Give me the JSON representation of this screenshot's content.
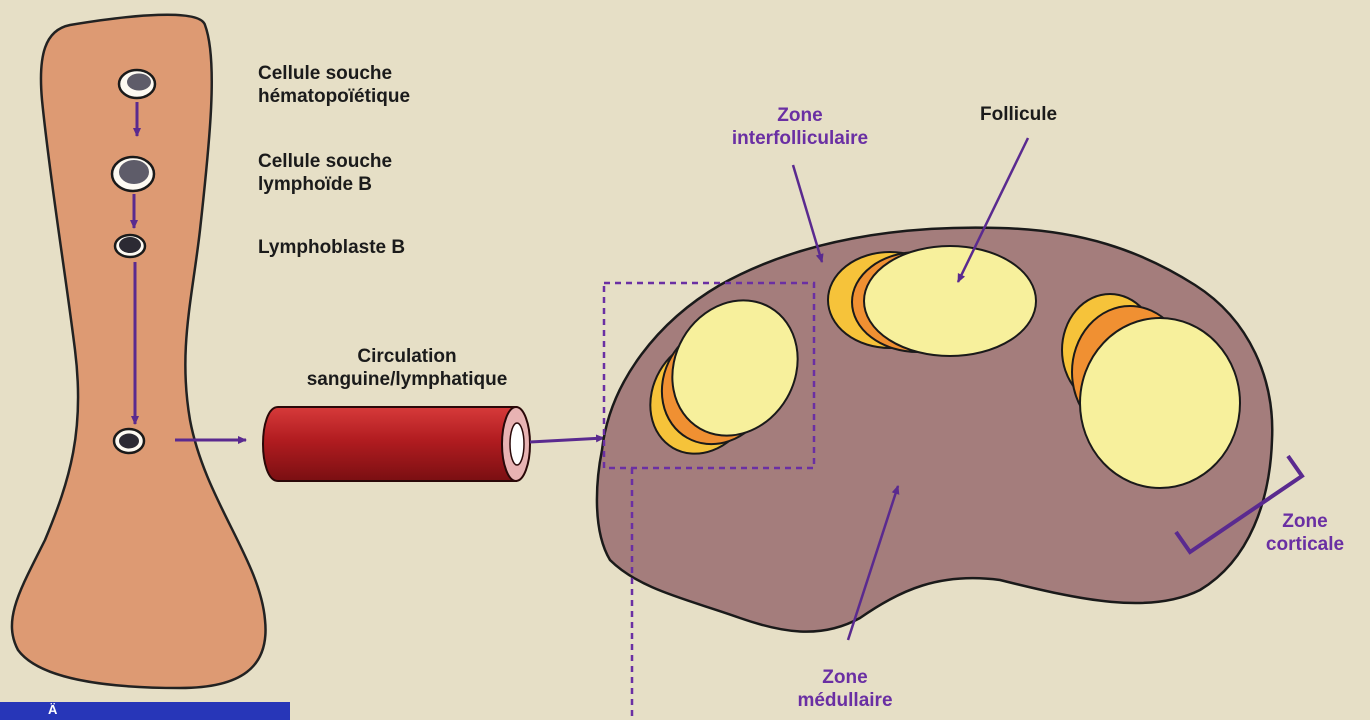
{
  "labels": {
    "stem_cell_hemato": "Cellule souche\nhématopoïétique",
    "stem_cell_lymphoid": "Cellule souche\nlymphoïde B",
    "lymphoblast": "Lymphoblaste B",
    "circulation": "Circulation\nsanguine/lymphatique",
    "interfollicular": "Zone\ninterfolliculaire",
    "follicle": "Follicule",
    "medullary": "Zone\nmédullaire",
    "cortical": "Zone\ncorticale"
  },
  "bottom_bar_text": "Ä",
  "colors": {
    "background": "#e6dfc6",
    "bone_marrow": "#dd9a73",
    "lymph_node": "#a47d7c",
    "follicle": "#f7f09c",
    "follicle_orange": "#f09032",
    "follicle_gold": "#f6c33a",
    "vessel": "#b11c20",
    "arrow": "#5a2a8f",
    "purple_label": "#6a2fa3",
    "bottom_bar": "#2736b8"
  }
}
